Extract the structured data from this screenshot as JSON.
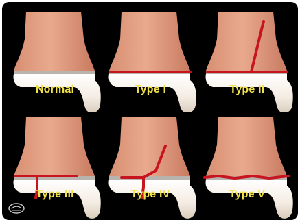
{
  "diagram": {
    "panels": [
      {
        "id": "normal",
        "label": "Normal",
        "fracture": "none"
      },
      {
        "id": "type-1",
        "label": "Type I",
        "fracture": "physis-only"
      },
      {
        "id": "type-2",
        "label": "Type II",
        "fracture": "physis-and-metaphysis"
      },
      {
        "id": "type-3",
        "label": "Type III",
        "fracture": "physis-and-epiphysis"
      },
      {
        "id": "type-4",
        "label": "Type IV",
        "fracture": "metaphysis-physis-epiphysis"
      },
      {
        "id": "type-5",
        "label": "Type V",
        "fracture": "crush-of-physis"
      }
    ]
  },
  "colors": {
    "background": "#000000",
    "bone_shaft": "#e9a98d",
    "epiphysis": "#f4ece2",
    "fracture_line": "#c8141e",
    "label_text": "#f2e24a"
  },
  "icons": {
    "watermark": "logo-icon"
  }
}
